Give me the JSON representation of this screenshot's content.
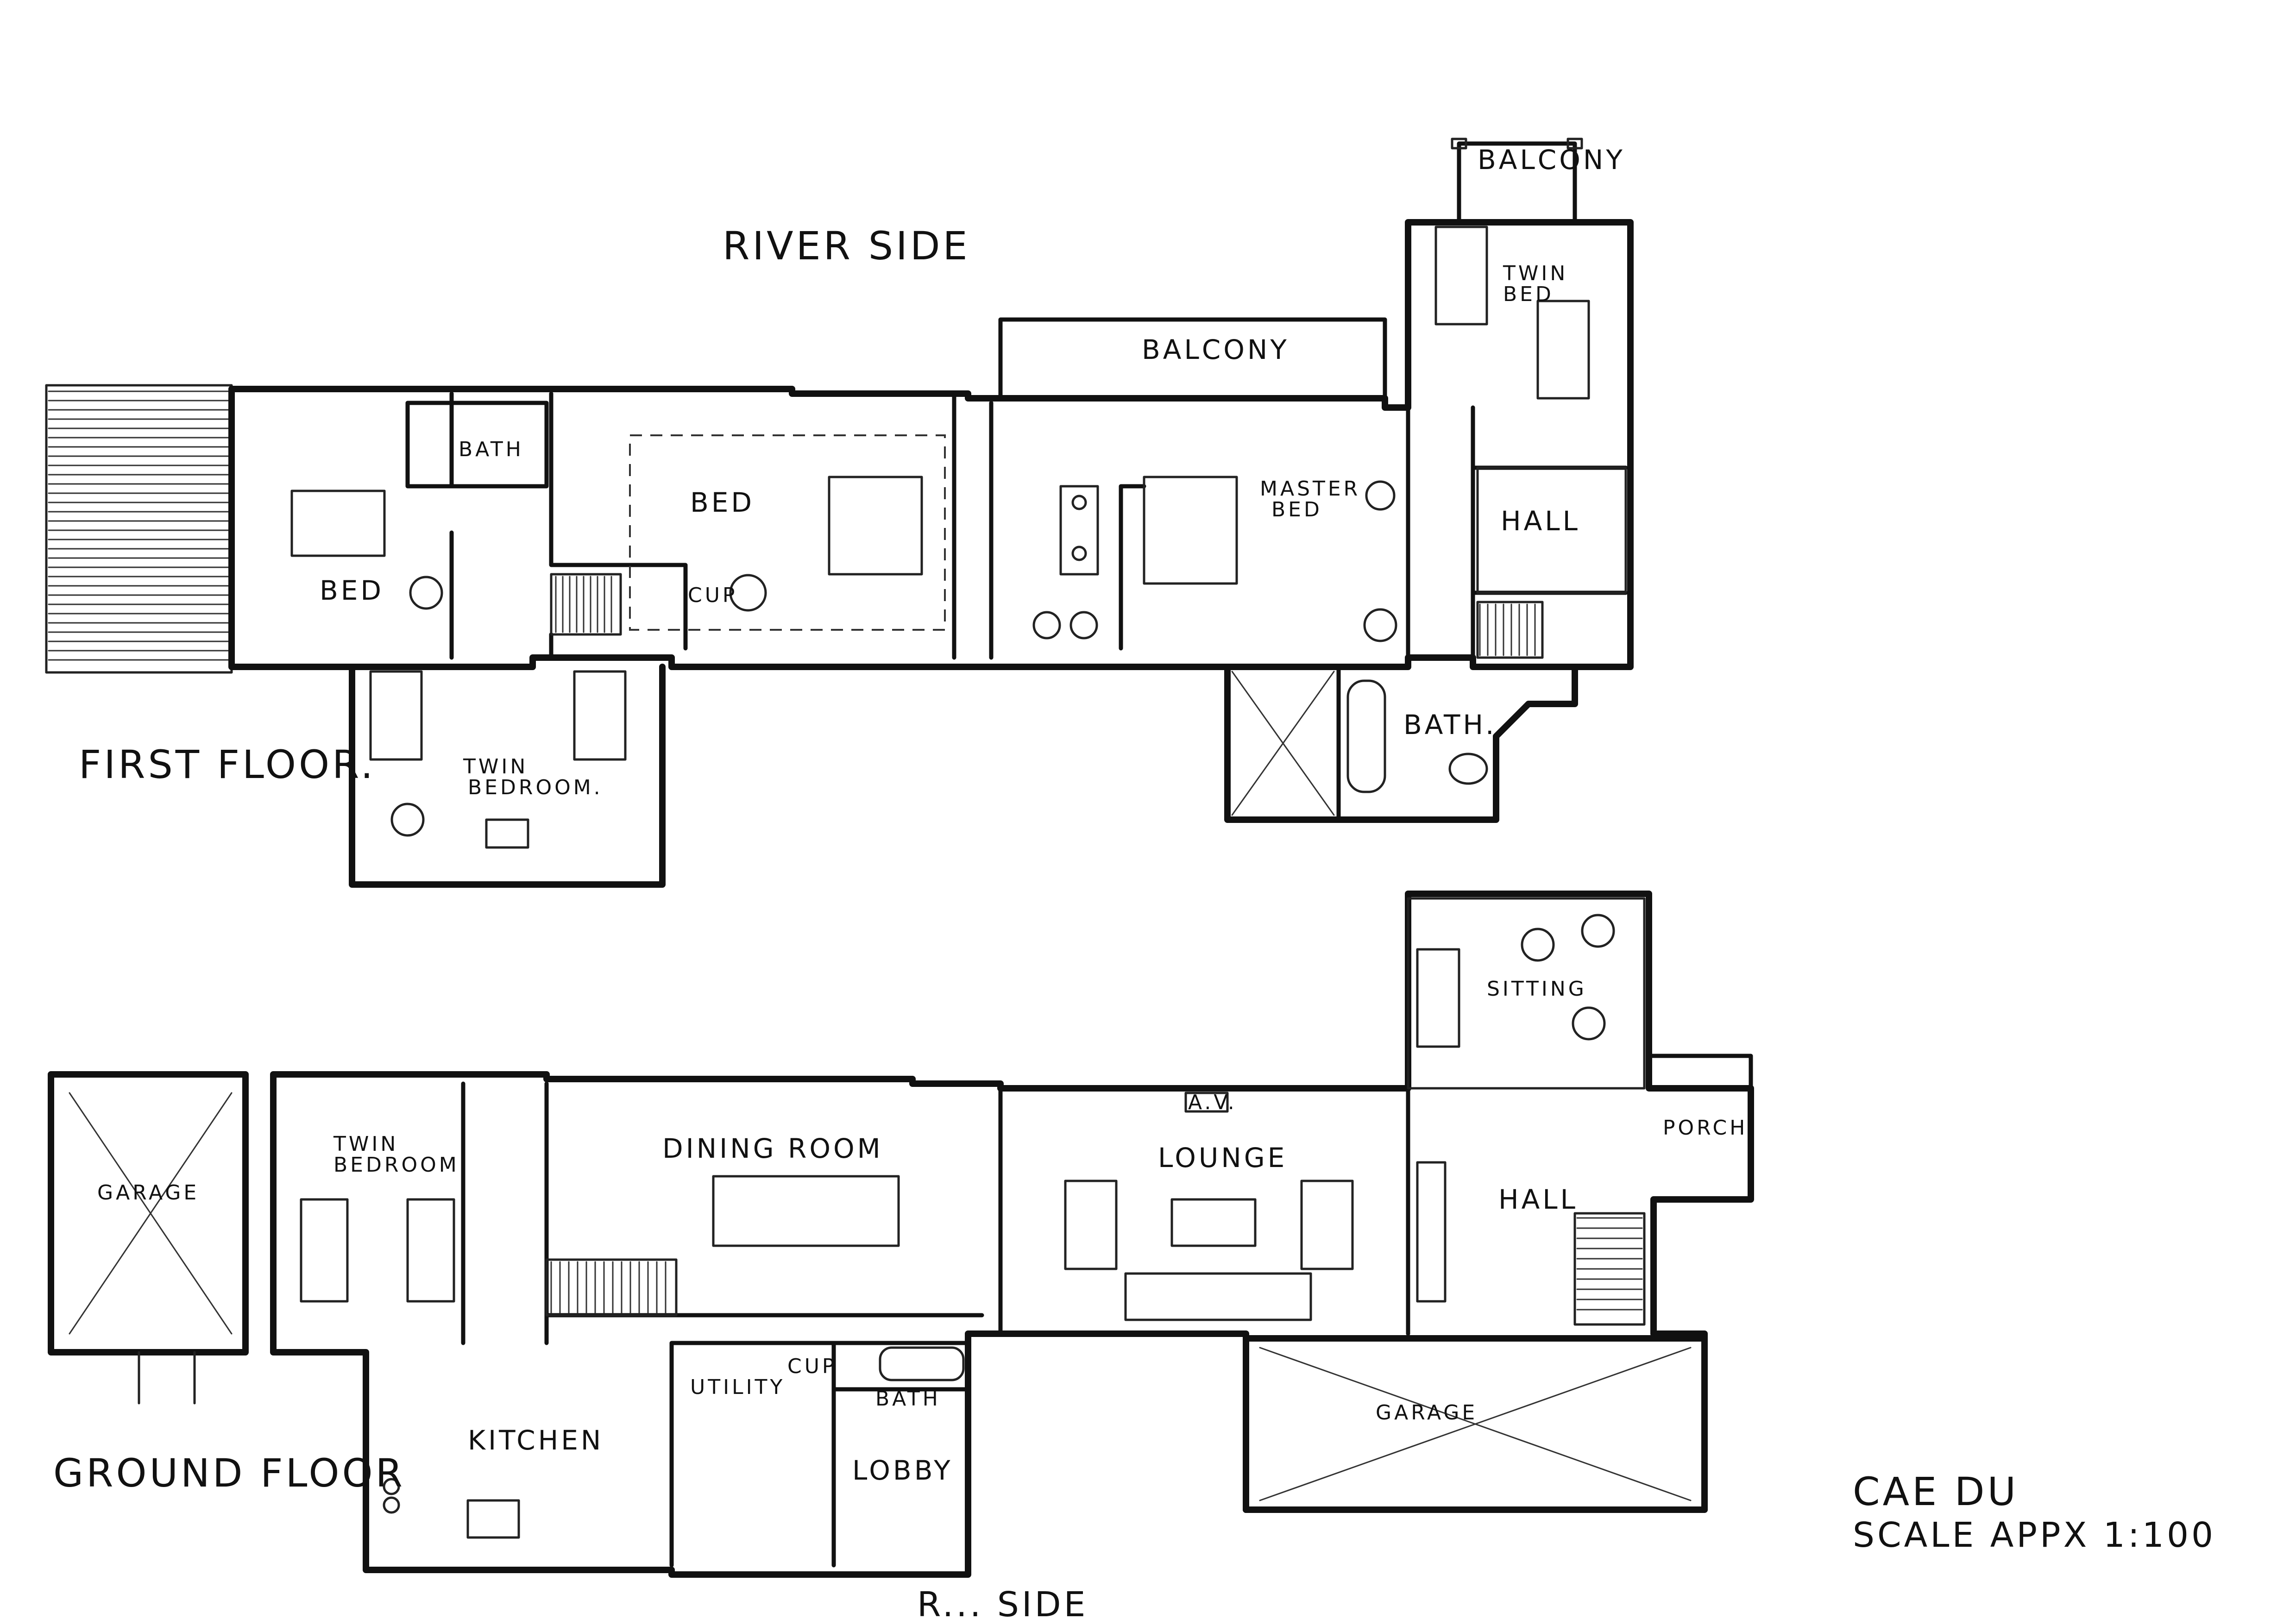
{
  "labels": {
    "river_side": "RIVER SIDE",
    "first_floor": "FIRST FLOOR.",
    "ground_floor": "GROUND FLOOR",
    "balcony_top": "BALCONY",
    "balcony_mid": "BALCONY",
    "twin_bed_top": [
      "TWIN",
      "BED"
    ],
    "bath_first": "BATH",
    "bed_mid": "BED",
    "cup_first": "CUP",
    "master_bed": [
      "MASTER",
      "BED"
    ],
    "hall_first": "HALL",
    "bed_left": "BED",
    "twin_bedroom_first": [
      "TWIN",
      "BEDROOM."
    ],
    "bath_first_right": "BATH.",
    "sitting": "SITTING",
    "porch": "PORCH",
    "twin_bedroom_ground": [
      "TWIN",
      "BEDROOM"
    ],
    "garage_left": "GARAGE",
    "dining_room": "DINING ROOM",
    "av": "A.V.",
    "lounge": "LOUNGE",
    "hall_ground": "HALL",
    "utility": "UTILITY",
    "cup_ground": "CUP",
    "bath_ground": "BATH",
    "kitchen": "KITCHEN",
    "lobby": "LOBBY",
    "garage_right": "GARAGE",
    "title": "CAE DU",
    "scale": "SCALE APPX 1:100",
    "road_side_partial": "R... SIDE"
  }
}
